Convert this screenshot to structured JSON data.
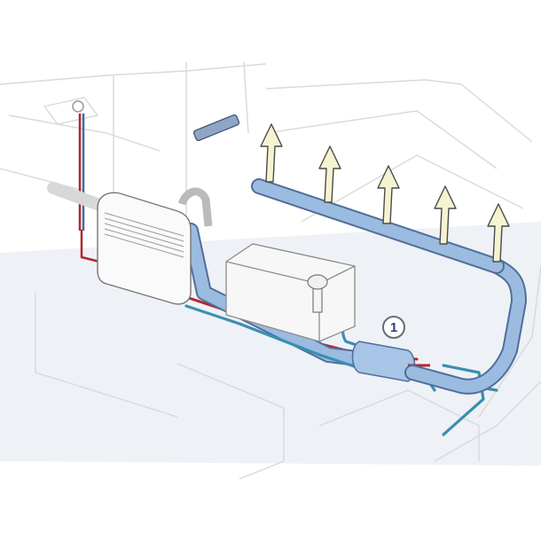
{
  "diagram": {
    "title": "",
    "subject": "Heating system installation illustration",
    "callouts": [
      {
        "id": "heater-unit",
        "label": "1"
      }
    ],
    "components": [
      "wall-mounted-heater",
      "flexible-air-duct",
      "outlet-manifold-duct",
      "warm-air-arrows",
      "fuel-tank",
      "fuel-filler-cap",
      "diesel-heater-unit",
      "fuel-lines",
      "electrical-wiring",
      "exhaust-pipe",
      "control-panel"
    ],
    "warm_air_outlets": 5,
    "colors": {
      "duct": "#9bbbe0",
      "duct_outline": "#4f6f9a",
      "fuel_line": "#3b8fb0",
      "wire_red": "#b3262f",
      "arrow_fill": "#f6f3d0",
      "arrow_stroke": "#4a4a4a",
      "background_lines": "#d6d9de",
      "floor_tint": "#eef1f5"
    }
  }
}
